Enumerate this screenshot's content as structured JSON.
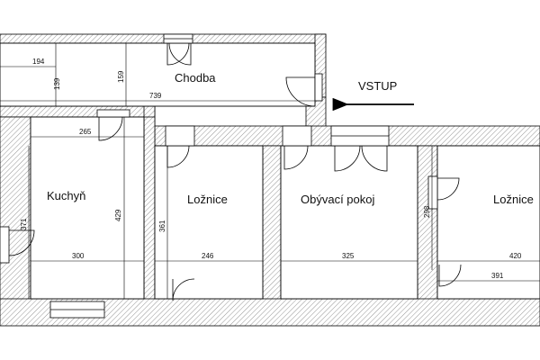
{
  "rooms": {
    "chodba": "Chodba",
    "kuchyn": "Kuchyň",
    "loznice1": "Ložnice",
    "obyvaci": "Obývací pokoj",
    "loznice2": "Ložnice"
  },
  "entrance": {
    "label": "VSTUP"
  },
  "dimensions": {
    "d194": "194",
    "d139": "139",
    "d159": "159",
    "d739": "739",
    "d265": "265",
    "d429": "429",
    "d371": "371",
    "d300": "300",
    "d361": "361",
    "d246": "246",
    "d325": "325",
    "d298": "298",
    "d420": "420",
    "d391": "391"
  },
  "colors": {
    "wall_fill": "#ffffff",
    "wall_stroke": "#000000",
    "hatch": "#777777"
  }
}
